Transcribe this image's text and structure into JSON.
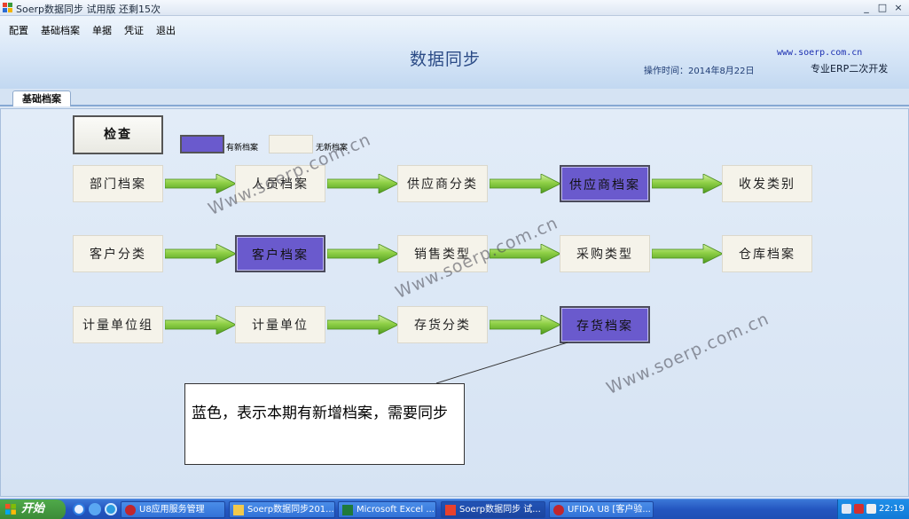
{
  "window": {
    "title": "Soerp数据同步 试用版  还剩15次",
    "minimize": "_",
    "maximize": "□",
    "close": "×"
  },
  "menu": [
    "配置",
    "基础档案",
    "单据",
    "凭证",
    "退出"
  ],
  "header": {
    "title": "数据同步",
    "website": "www.soerp.com.cn",
    "op_time": "操作时间：2014年8月22日",
    "slogan": "专业ERP二次开发"
  },
  "tab": {
    "label": "基础档案"
  },
  "check_label": "检查",
  "legend": {
    "new": "有新档案",
    "old": "无新档案"
  },
  "colors": {
    "new_archive": "#6a5acd",
    "no_new_archive": "#f5f3ea",
    "arrow_green": "#7cc63c"
  },
  "flow": {
    "row1": [
      "部门档案",
      "人员档案",
      "供应商分类",
      "供应商档案",
      "收发类别"
    ],
    "row2": [
      "客户分类",
      "客户档案",
      "销售类型",
      "采购类型",
      "仓库档案"
    ],
    "row3": [
      "计量单位组",
      "计量单位",
      "存货分类",
      "存货档案"
    ]
  },
  "watermark": "Www.soerp.com.cn",
  "callout": "蓝色，表示本期有新增档案，需要同步",
  "taskbar": {
    "start": "开始",
    "tasks": [
      "U8应用服务管理",
      "Soerp数据同步201...",
      "Microsoft Excel ...",
      "Soerp数据同步 试...",
      "UFIDA U8 [客户验..."
    ],
    "clock": "22:19"
  }
}
